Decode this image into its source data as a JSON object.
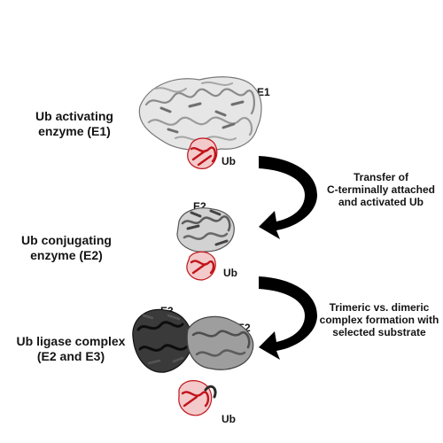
{
  "stages": [
    {
      "title_line1": "Ub activating",
      "title_line2": "enzyme (E1)",
      "protein_tags": [
        "E1",
        "Ub"
      ]
    },
    {
      "title_line1": "Ub conjugating",
      "title_line2": "enzyme (E2)",
      "protein_tags": [
        "E2",
        "Ub"
      ]
    },
    {
      "title_line1": "Ub ligase complex",
      "title_line2": "(E2 and E3)",
      "protein_tags": [
        "E3",
        "E2",
        "Ub"
      ]
    }
  ],
  "transitions": [
    {
      "lines": [
        "Transfer of",
        "C-terminally attached",
        "and activated Ub"
      ]
    },
    {
      "lines": [
        "Trimeric vs. dimeric",
        "complex formation with",
        "selected substrate"
      ]
    }
  ],
  "colors": {
    "e1": "#b9b9b9",
    "e2": "#7a7a7a",
    "e3": "#1f1f1f",
    "ub": "#c0141a",
    "arrow": "#000000"
  }
}
